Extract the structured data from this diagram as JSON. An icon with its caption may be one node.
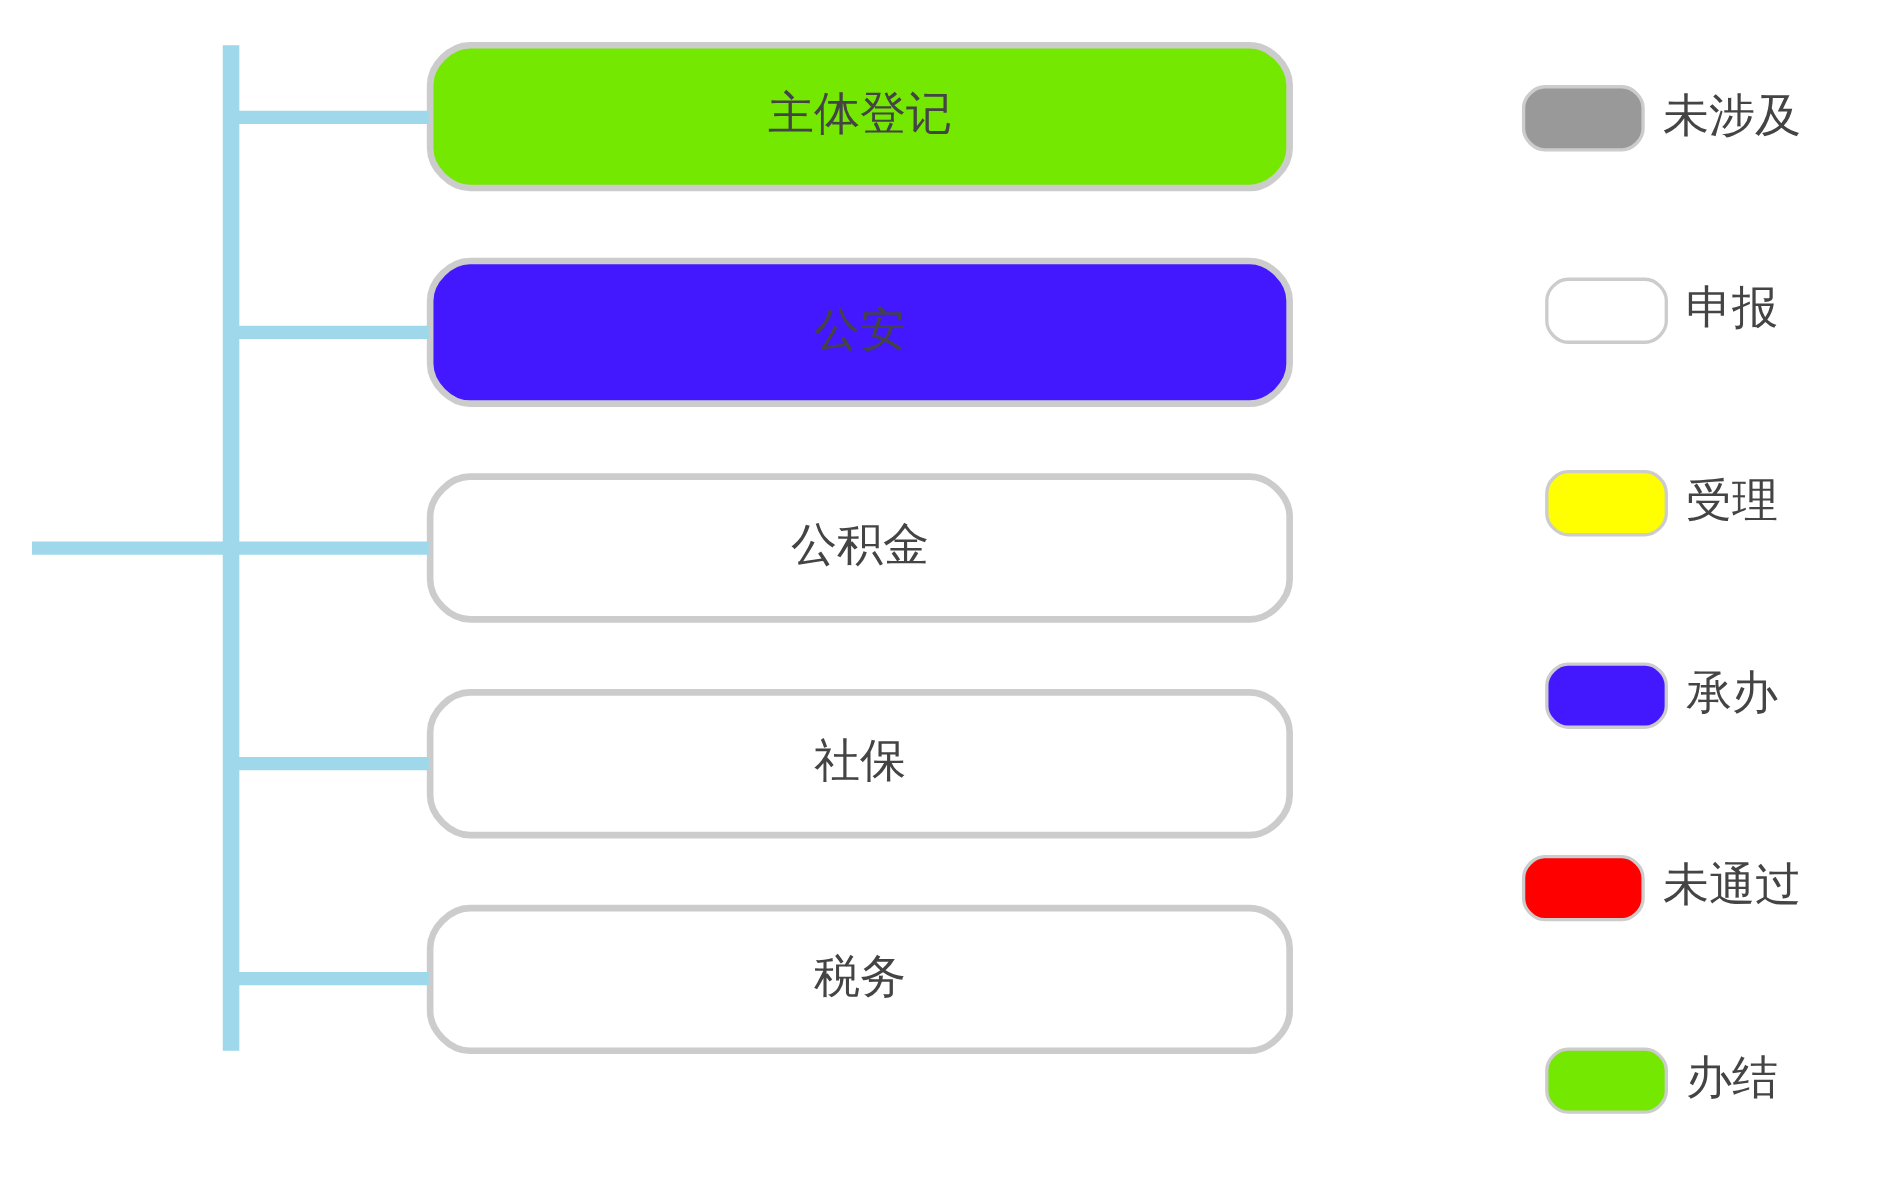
{
  "diagram": {
    "nodes": [
      {
        "text": [],
        "shape": "bar"
      },
      {
        "text": [
          "主体登记"
        ]
      },
      {
        "text": [
          "公安"
        ]
      },
      {
        "text": [
          "公积金"
        ]
      },
      {
        "text": [
          "社保"
        ]
      },
      {
        "text": [
          "税务"
        ]
      }
    ],
    "edges": [
      {
        "from": null,
        "to": 0,
        "arrow": "none"
      },
      {
        "from": 0,
        "to": 1,
        "arrow": "none"
      },
      {
        "from": 0,
        "to": 2,
        "arrow": "none"
      },
      {
        "from": 0,
        "to": 3,
        "arrow": "none"
      },
      {
        "from": 0,
        "to": 4,
        "arrow": "none"
      },
      {
        "from": 0,
        "to": 5,
        "arrow": "none"
      }
    ],
    "legend": [
      {
        "text": "未涉及",
        "color": "#999999"
      },
      {
        "text": "申报",
        "color": "#ffffff"
      },
      {
        "text": "受理",
        "color": "#ffff00"
      },
      {
        "text": "承办",
        "color": "#4418ff"
      },
      {
        "text": "未通过",
        "color": "#ff0000"
      },
      {
        "text": "办结",
        "color": "#74e800"
      }
    ]
  }
}
